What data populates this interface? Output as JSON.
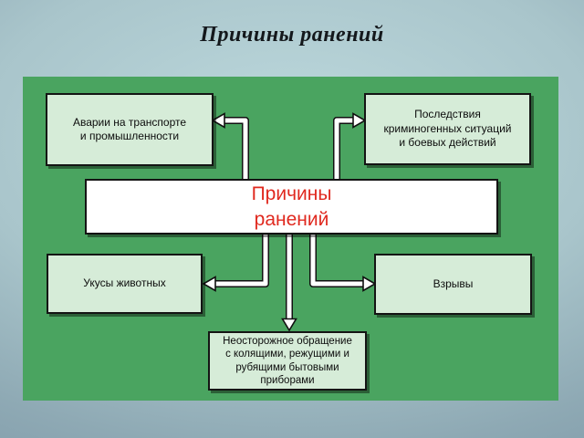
{
  "slide": {
    "title": "Причины ранений"
  },
  "colors": {
    "background_top": "#bdd9dd",
    "background_edge": "#7d97a7",
    "panel_green": "#4aa460",
    "node_green": "#d6ecd8",
    "node_border": "#141414",
    "center_box_bg": "#ffffff",
    "center_text_red": "#e0291f",
    "arrow_fill": "#ffffff",
    "arrow_outline": "#101010",
    "title_color": "#14181c"
  },
  "diagram": {
    "center_box": {
      "label": "Причины\nранений"
    },
    "boxes": [
      {
        "id": "top-left",
        "label": "Аварии на транспорте\nи промышленности"
      },
      {
        "id": "top-right",
        "label": "Последствия\nкриминогенных ситуаций\nи боевых действий"
      },
      {
        "id": "bottom-left",
        "label": "Укусы животных"
      },
      {
        "id": "bottom-right",
        "label": "Взрывы"
      },
      {
        "id": "bottom-center",
        "label": "Неосторожное обращение\nс колящими, режущими и\nрубящими бытовыми\nприборами"
      }
    ],
    "connections": [
      {
        "from": "center",
        "to": "top-left"
      },
      {
        "from": "center",
        "to": "top-right"
      },
      {
        "from": "center",
        "to": "bottom-left"
      },
      {
        "from": "center",
        "to": "bottom-right"
      },
      {
        "from": "center",
        "to": "bottom-center"
      }
    ]
  }
}
